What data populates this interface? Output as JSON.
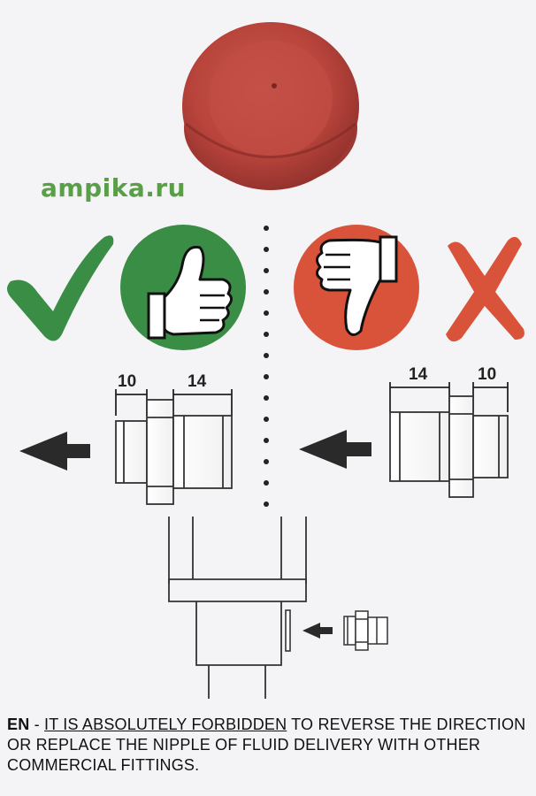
{
  "watermark": {
    "text": "ampika.ru",
    "color": "#5a9f48"
  },
  "colors": {
    "approve": "#3a8d45",
    "reject": "#d9533a",
    "cap": "#b8443c",
    "ink": "#2a2a2a"
  },
  "icons": {
    "approve_check": "check-icon",
    "approve_badge": "thumbs-up-icon",
    "reject_badge": "thumbs-down-icon",
    "reject_cross": "cross-icon"
  },
  "left_fitting": {
    "dim_a": "10",
    "dim_b": "14"
  },
  "right_fitting": {
    "dim_a": "14",
    "dim_b": "10"
  },
  "notice": {
    "lang": "EN",
    "separator": " - ",
    "emphasis": "IT IS ABSOLUTELY FORBIDDEN",
    "rest": " TO REVERSE THE DIRECTION OR REPLACE THE NIPPLE OF FLUID DELIVERY WITH OTHER COMMERCIAL FITTINGS."
  }
}
